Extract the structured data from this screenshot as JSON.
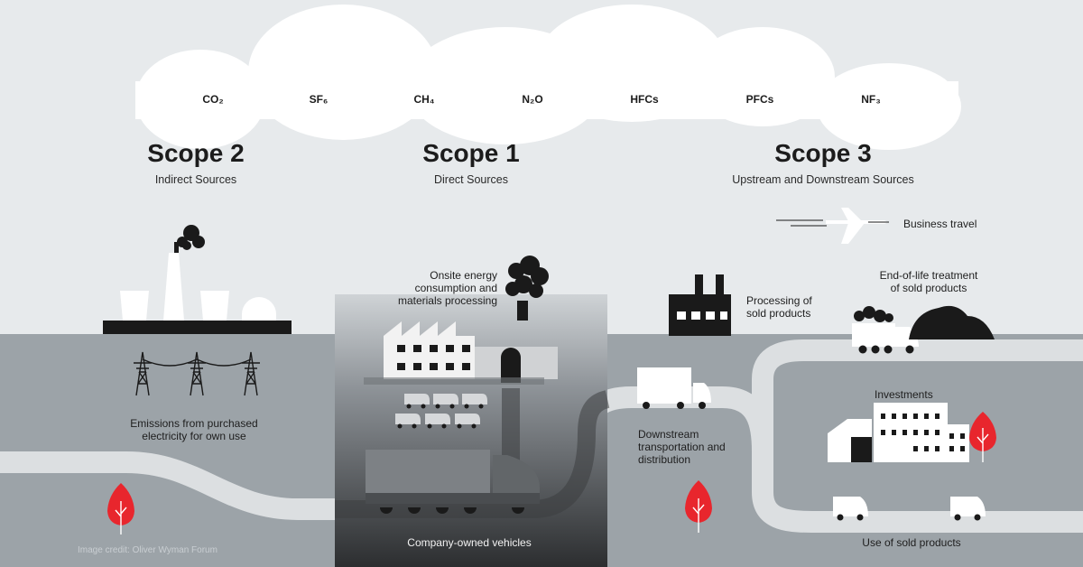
{
  "gases": [
    "CO₂",
    "SF₆",
    "CH₄",
    "N₂O",
    "HFCs",
    "PFCs",
    "NF₃"
  ],
  "scopes": {
    "scope2": {
      "title": "Scope 2",
      "subtitle": "Indirect Sources"
    },
    "scope1": {
      "title": "Scope 1",
      "subtitle": "Direct Sources"
    },
    "scope3": {
      "title": "Scope 3",
      "subtitle": "Upstream and Downstream Sources"
    }
  },
  "labels": {
    "business_travel": "Business travel",
    "end_of_life": "End-of-life treatment\nof sold products",
    "processing": "Processing of\nsold products",
    "onsite_energy": "Onsite energy\nconsumption and\nmaterials processing",
    "emissions_electricity": "Emissions from purchased\nelectricity for own use",
    "downstream_transport": "Downstream\ntransportation and\ndistribution",
    "investments": "Investments",
    "use_of_products": "Use of sold products",
    "company_vehicles": "Company-owned vehicles"
  },
  "credit": "Image credit: Oliver Wyman Forum",
  "colors": {
    "sky": "#e7eaec",
    "ground": "#9ca3a8",
    "road": "#dcdfe1",
    "dark": "#1a1a1a",
    "tree_red": "#e8262d",
    "cloud": "#ffffff"
  }
}
